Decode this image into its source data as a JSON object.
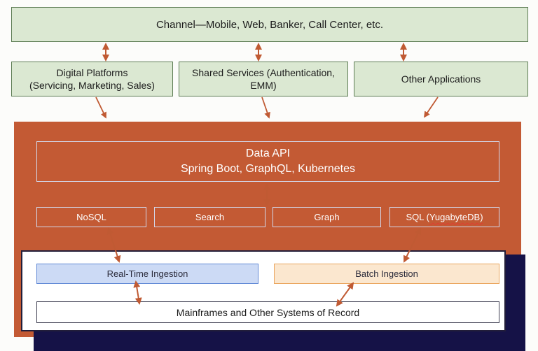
{
  "channel": {
    "label": "Channel—Mobile, Web, Banker, Call Center, etc."
  },
  "tier2": {
    "digital": {
      "line1": "Digital Platforms",
      "line2": "(Servicing, Marketing, Sales)"
    },
    "shared": {
      "line1": "Shared Services (Authentication,",
      "line2": "EMM)"
    },
    "other": {
      "label": "Other Applications"
    }
  },
  "platform": {
    "data_api": {
      "line1": "Data API",
      "line2": "Spring Boot, GraphQL, Kubernetes"
    },
    "datastores": {
      "nosql": "NoSQL",
      "search": "Search",
      "graph": "Graph",
      "sql_prefix": "SQL (",
      "sql_wavy": "YugabyteDB)"
    }
  },
  "ingestion": {
    "realtime": "Real-Time Ingestion",
    "batch": "Batch Ingestion"
  },
  "systems": {
    "mainframes": "Mainframes and Other Systems of Record"
  },
  "colors": {
    "green_fill": "#dbe8d2",
    "green_border": "#5e7d55",
    "rust_panel": "#c35a34",
    "arrow": "#c05a33",
    "navy_panel": "#151247",
    "blue_fill": "#ccdaf5",
    "blue_border": "#6189d6",
    "peach_fill": "#fbe7cf",
    "peach_border": "#eaa55e",
    "wavy_underline": "#e03c31"
  }
}
